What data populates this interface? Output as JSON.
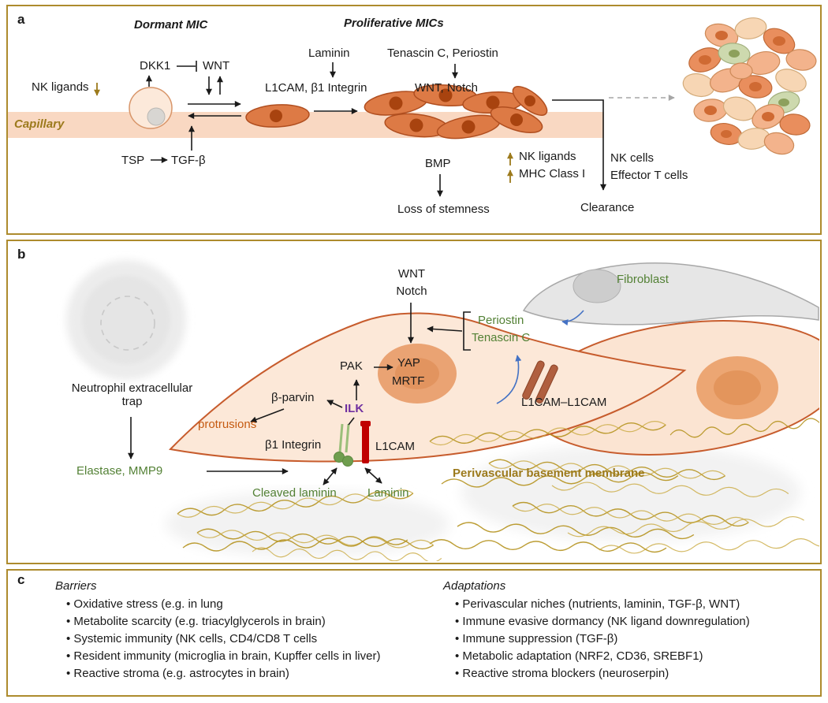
{
  "colors": {
    "border_gold": "#ad8b2d",
    "accent_gold": "#9c7a1c",
    "green": "#538135",
    "purple": "#7030a0",
    "orange": "#c55a11",
    "red": "#c00000",
    "blue_arrow": "#4472c4",
    "cell_orange": "#dd7a45",
    "capillary_band": "#f9d8c2"
  },
  "panel_a": {
    "label": "a",
    "dormant_title": "Dormant MIC",
    "proliferative_title": "Proliferative MICs",
    "dkk1": "DKK1",
    "wnt": "WNT",
    "nk_ligands": "NK ligands",
    "capillary": "Capillary",
    "tsp": "TSP",
    "tgf_beta": "TGF-β",
    "laminin": "Laminin",
    "l1cam_integrin": "L1CAM, β1 Integrin",
    "tenascin_periostin": "Tenascin C, Periostin",
    "wnt_notch": "WNT, Notch",
    "bmp": "BMP",
    "loss_of_stemness": "Loss of stemness",
    "nk_ligands_up": "NK ligands",
    "mhc_class_i": "MHC Class I",
    "nk_cells": "NK cells",
    "effector_t_cells": "Effector T cells",
    "clearance": "Clearance"
  },
  "panel_b": {
    "label": "b",
    "net": "Neutrophil extracellular trap",
    "wnt": "WNT",
    "notch": "Notch",
    "fibroblast": "Fibroblast",
    "periostin": "Periostin",
    "tenascin_c": "Tenascin C",
    "pak": "PAK",
    "yap": "YAP",
    "mrtf": "MRTF",
    "beta_parvin": "β-parvin",
    "ilk": "ILK",
    "protrusions": "protrusions",
    "b1_integrin": "β1 Integrin",
    "l1cam": "L1CAM",
    "l1cam_l1cam": "L1CAM–L1CAM",
    "elastase_mmp9": "Elastase, MMP9",
    "cleaved_laminin": "Cleaved laminin",
    "laminin": "Laminin",
    "membrane": "Perivascular basement membrane"
  },
  "panel_c": {
    "label": "c",
    "barriers_title": "Barriers",
    "barriers": [
      "Oxidative stress (e.g. in lung",
      "Metabolite scarcity (e.g. triacylglycerols in brain)",
      "Systemic immunity (NK cells, CD4/CD8 T cells",
      "Resident immunity (microglia in brain, Kupffer cells in liver)",
      "Reactive stroma (e.g. astrocytes in brain)"
    ],
    "adaptations_title": "Adaptations",
    "adaptations": [
      "Perivascular niches (nutrients, laminin, TGF-β, WNT)",
      "Immune evasive dormancy (NK ligand downregulation)",
      "Immune suppression (TGF-β)",
      "Metabolic adaptation (NRF2, CD36, SREBF1)",
      "Reactive stroma blockers (neuroserpin)"
    ]
  }
}
